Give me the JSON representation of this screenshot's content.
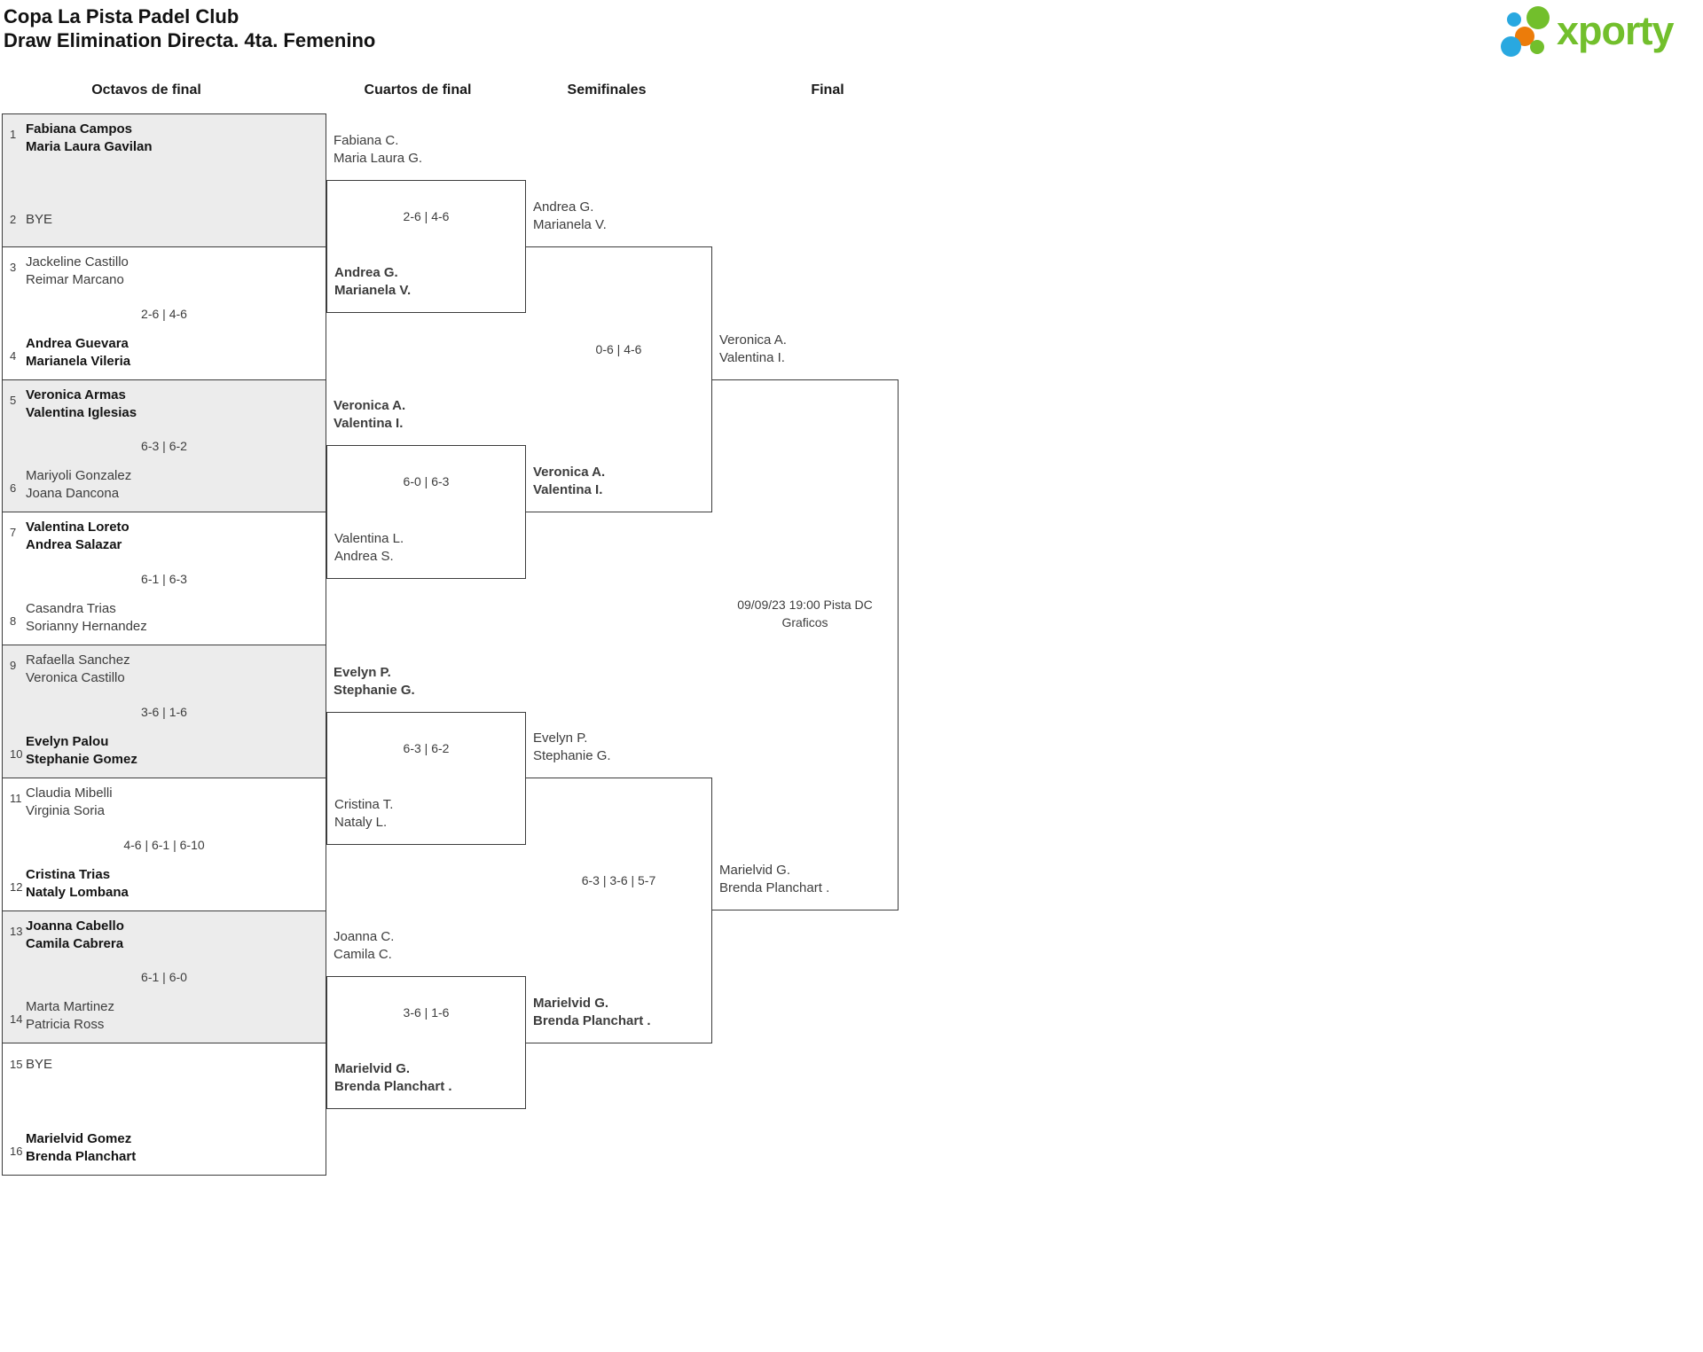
{
  "title": {
    "line1": "Copa La Pista Padel Club",
    "line2": "Draw Elimination Directa. 4ta. Femenino"
  },
  "logo": {
    "text": "xporty",
    "green": "#72bf2c",
    "blue": "#29a8e0",
    "orange": "#ec7c0a"
  },
  "headers": {
    "octavos": "Octavos de final",
    "cuartos": "Cuartos de final",
    "semifinales": "Semifinales",
    "final": "Final"
  },
  "octavos": {
    "m1": {
      "seed_a": "1",
      "team_a1": "Fabiana Campos",
      "team_a2": "Maria Laura Gavilan",
      "seed_b": "2",
      "bye_b": "BYE"
    },
    "m2": {
      "seed_a": "3",
      "team_a1": "Jackeline Castillo",
      "team_a2": "Reimar Marcano",
      "score": "2-6 | 4-6",
      "seed_b": "4",
      "team_b1": "Andrea Guevara",
      "team_b2": "Marianela Vileria"
    },
    "m3": {
      "seed_a": "5",
      "team_a1": "Veronica Armas",
      "team_a2": "Valentina Iglesias",
      "score": "6-3 | 6-2",
      "seed_b": "6",
      "team_b1": "Mariyoli Gonzalez",
      "team_b2": "Joana Dancona"
    },
    "m4": {
      "seed_a": "7",
      "team_a1": "Valentina Loreto",
      "team_a2": "Andrea Salazar",
      "score": "6-1 | 6-3",
      "seed_b": "8",
      "team_b1": "Casandra Trias",
      "team_b2": "Sorianny Hernandez"
    },
    "m5": {
      "seed_a": "9",
      "team_a1": "Rafaella Sanchez",
      "team_a2": "Veronica Castillo",
      "score": "3-6 | 1-6",
      "seed_b": "10",
      "team_b1": "Evelyn Palou",
      "team_b2": "Stephanie Gomez"
    },
    "m6": {
      "seed_a": "11",
      "team_a1": "Claudia Mibelli",
      "team_a2": "Virginia Soria",
      "score": "4-6 | 6-1 | 6-10",
      "seed_b": "12",
      "team_b1": "Cristina Trias",
      "team_b2": "Nataly Lombana"
    },
    "m7": {
      "seed_a": "13",
      "team_a1": "Joanna Cabello",
      "team_a2": "Camila Cabrera",
      "score": "6-1 | 6-0",
      "seed_b": "14",
      "team_b1": "Marta Martinez",
      "team_b2": "Patricia Ross"
    },
    "m8": {
      "seed_a": "15",
      "bye_a": "BYE",
      "seed_b": "16",
      "team_b1": "Marielvid Gomez",
      "team_b2": "Brenda Planchart"
    }
  },
  "cuartos": {
    "m1": {
      "top1": "Fabiana C.",
      "top2": "Maria Laura G.",
      "score": "2-6 | 4-6",
      "bottom1": "Andrea G.",
      "bottom2": "Marianela V."
    },
    "m2": {
      "top1": "Veronica A.",
      "top2": "Valentina I.",
      "score": "6-0 | 6-3",
      "bottom1": "Valentina L.",
      "bottom2": "Andrea S."
    },
    "m3": {
      "top1": "Evelyn P.",
      "top2": "Stephanie G.",
      "score": "6-3 | 6-2",
      "bottom1": "Cristina T.",
      "bottom2": "Nataly L."
    },
    "m4": {
      "top1": "Joanna C.",
      "top2": "Camila C.",
      "score": "3-6 | 1-6",
      "bottom1": "Marielvid G.",
      "bottom2": "Brenda Planchart ."
    }
  },
  "semifinales": {
    "m1": {
      "top1": "Andrea G.",
      "top2": "Marianela V.",
      "score": "0-6 | 4-6",
      "bottom1": "Veronica A.",
      "bottom2": "Valentina I."
    },
    "m2": {
      "top1": "Evelyn P.",
      "top2": "Stephanie G.",
      "score": "6-3 | 3-6 | 5-7",
      "bottom1": "Marielvid G.",
      "bottom2": "Brenda Planchart ."
    }
  },
  "final": {
    "top1": "Veronica A.",
    "top2": "Valentina I.",
    "info1": "09/09/23 19:00 Pista DC",
    "info2": "Graficos",
    "bottom1": "Marielvid G.",
    "bottom2": "Brenda Planchart ."
  }
}
